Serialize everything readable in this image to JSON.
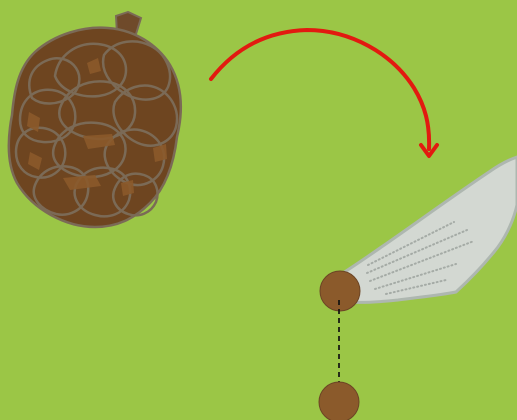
{
  "colors": {
    "background": "#9bc646",
    "cone_fill": "#6e4520",
    "cone_outline": "#7b6a56",
    "cone_shadow": "#8b5a2b",
    "stem": "#6f4a2a",
    "arrow": "#e21a10",
    "wing_fill": "#d3d8d2",
    "wing_outline": "#aeb7b0",
    "wing_dots": "#9da49f",
    "seed": "#8b5a2b",
    "seed_outline": "#6c4525",
    "dashed_line": "#111111"
  },
  "icons": {
    "cone": "pine-cone",
    "arrow": "curved-arrow-clockwise",
    "wing": "winged-seed",
    "seed": "detached-seed",
    "connector": "dashed-line"
  }
}
